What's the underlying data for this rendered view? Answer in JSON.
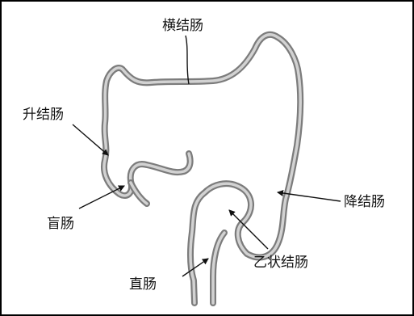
{
  "labels": {
    "transverse": "横结肠",
    "ascending": "升结肠",
    "cecum": "盲肠",
    "descending": "降结肠",
    "sigmoid": "乙状结肠",
    "rectum": "直肠"
  }
}
